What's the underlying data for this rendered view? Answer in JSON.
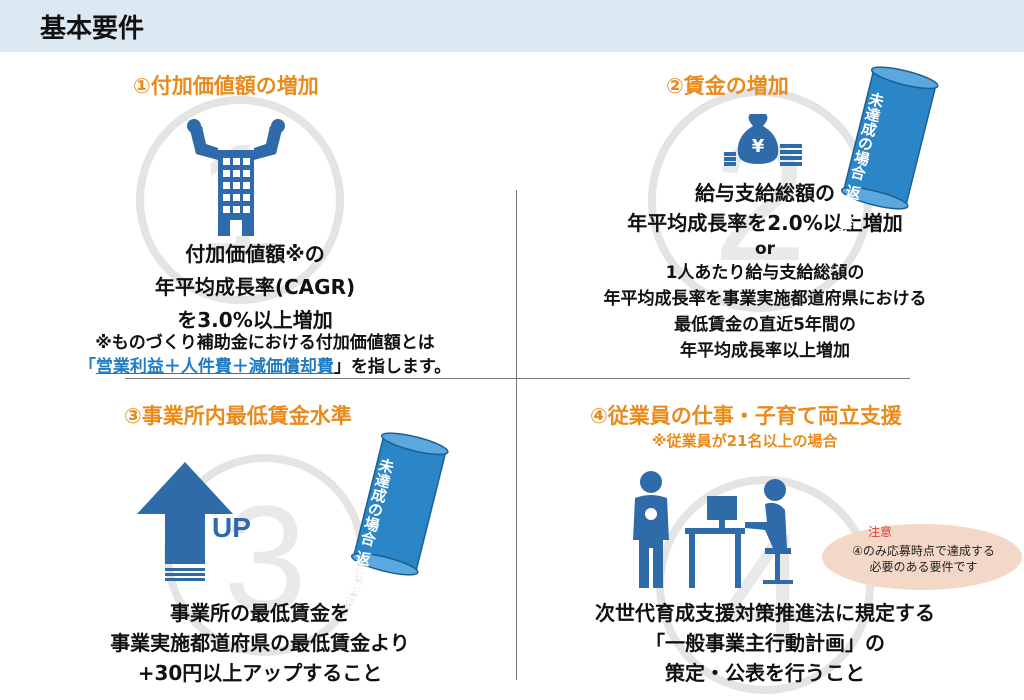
{
  "header": {
    "title": "基本要件"
  },
  "sections": {
    "s1": {
      "title": "①付加価値額の増加",
      "body": [
        "付加価値額※の",
        "年平均成長率(CAGR)",
        "を3.0%以上増加"
      ],
      "note": "※ものづくり補助金における付加価値額とは",
      "note2_open": "「",
      "note2_link": "営業利益＋人件費＋減価償却費",
      "note2_close": "」を指します。"
    },
    "s2": {
      "title": "②賃金の増加",
      "body": [
        "給与支給総額の",
        "年平均成長率を2.0%以上増加",
        "or",
        "1人あたり給与支給総額の",
        "年平均成長率を事業実施都道府県における",
        "最低賃金の直近5年間の",
        "年平均成長率以上増加"
      ],
      "scroll": [
        "未達成の場合",
        "返還義務あり"
      ]
    },
    "s3": {
      "title": "③事業所内最低賃金水準",
      "up_label": "UP",
      "body": [
        "事業所の最低賃金を",
        "事業実施都道府県の最低賃金より",
        "+30円以上アップすること"
      ],
      "scroll": [
        "未達成の場合",
        "返還義務あり"
      ]
    },
    "s4": {
      "title": "④従業員の仕事・子育て両立支援",
      "subtitle": "※従業員が21名以上の場合",
      "body": [
        "次世代育成支援対策推進法に規定する",
        "「一般事業主行動計画」の",
        "策定・公表を行うこと"
      ],
      "note_title": "注意",
      "note_body": [
        "④のみ応募時点で達成する",
        "必要のある要件です"
      ]
    }
  },
  "icons": {
    "s1": "building-flexing-icon",
    "s2": "money-bag-icon",
    "s3": "up-arrow-icon",
    "s4": "parent-and-worker-icon"
  },
  "colors": {
    "accent": "#e98b1c",
    "icon_blue": "#2f6ba8",
    "scroll_blue": "#2a86c6",
    "link_blue": "#1f7bc4",
    "header_bg": "#dce9f3"
  }
}
